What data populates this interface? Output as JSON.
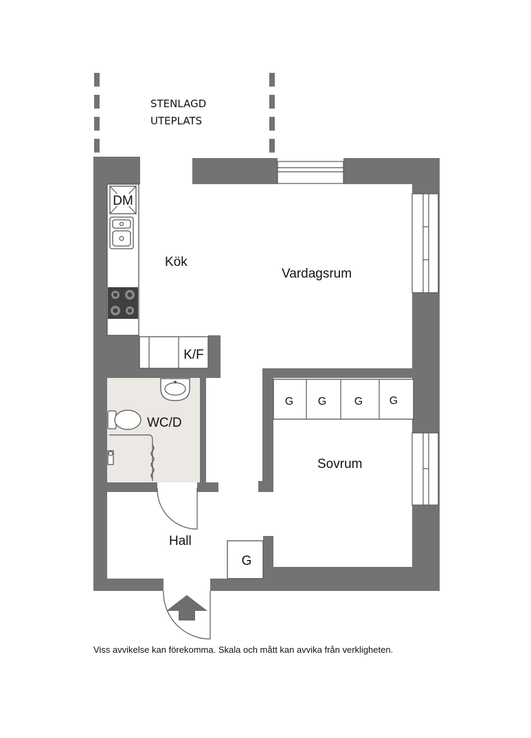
{
  "patio_label": [
    "STENLAGD",
    "UTEPLATS"
  ],
  "rooms": {
    "kitchen": "Kök",
    "living": "Vardagsrum",
    "bathroom": "WC/D",
    "bedroom": "Sovrum",
    "hall": "Hall"
  },
  "appliances": {
    "dishwasher": "DM",
    "fridge_freezer": "K/F"
  },
  "wardrobes": {
    "bedroom_row": [
      "G",
      "G",
      "G",
      "G"
    ],
    "hall": "G"
  },
  "colors": {
    "wall": "#737373",
    "bathroom_floor": "#ece9e4"
  },
  "disclaimer": "Viss avvikelse kan förekomma. Skala och mått kan avvika från verkligheten."
}
